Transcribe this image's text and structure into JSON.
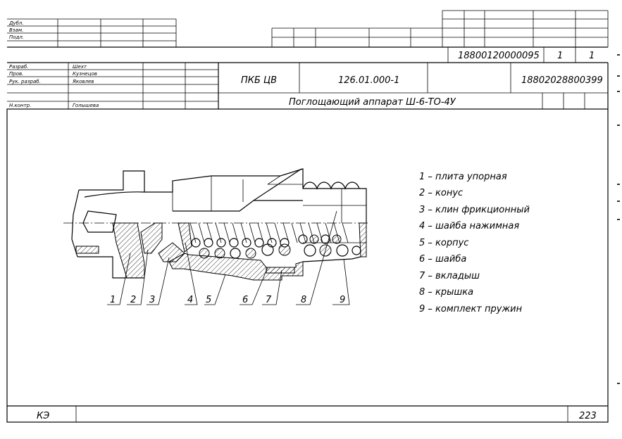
{
  "stamp": {
    "left_column": [
      "Дубл.",
      "Взам.",
      "Подл."
    ],
    "doc_code": "18800120000095",
    "sheet": "1",
    "sheets": "1",
    "roles": [
      {
        "role": "Разраб.",
        "name": "Шехт"
      },
      {
        "role": "Пров.",
        "name": "Кузнецов"
      },
      {
        "role": "Рук. разраб.",
        "name": "Яковлев"
      },
      {
        "role": "",
        "name": ""
      },
      {
        "role": "Н.контр.",
        "name": "Голышева"
      }
    ],
    "organization": "ПКБ ЦВ",
    "designation": "126.01.000-1",
    "code2": "18802028800399",
    "title": "Поглощающий аппарат Ш-6-ТО-4У"
  },
  "legend": [
    "1  – плита упорная",
    "2  – конус",
    "3  – клин фрикционный",
    "4  – шайба нажимная",
    "5  – корпус",
    "6  – шайба",
    "7  – вкладыш",
    "8  – крышка",
    "9  – комплект пружин"
  ],
  "callouts": [
    "1",
    "2",
    "3",
    "4",
    "5",
    "6",
    "7",
    "8",
    "9"
  ],
  "footer": {
    "doc_type": "КЭ",
    "page": "223"
  }
}
